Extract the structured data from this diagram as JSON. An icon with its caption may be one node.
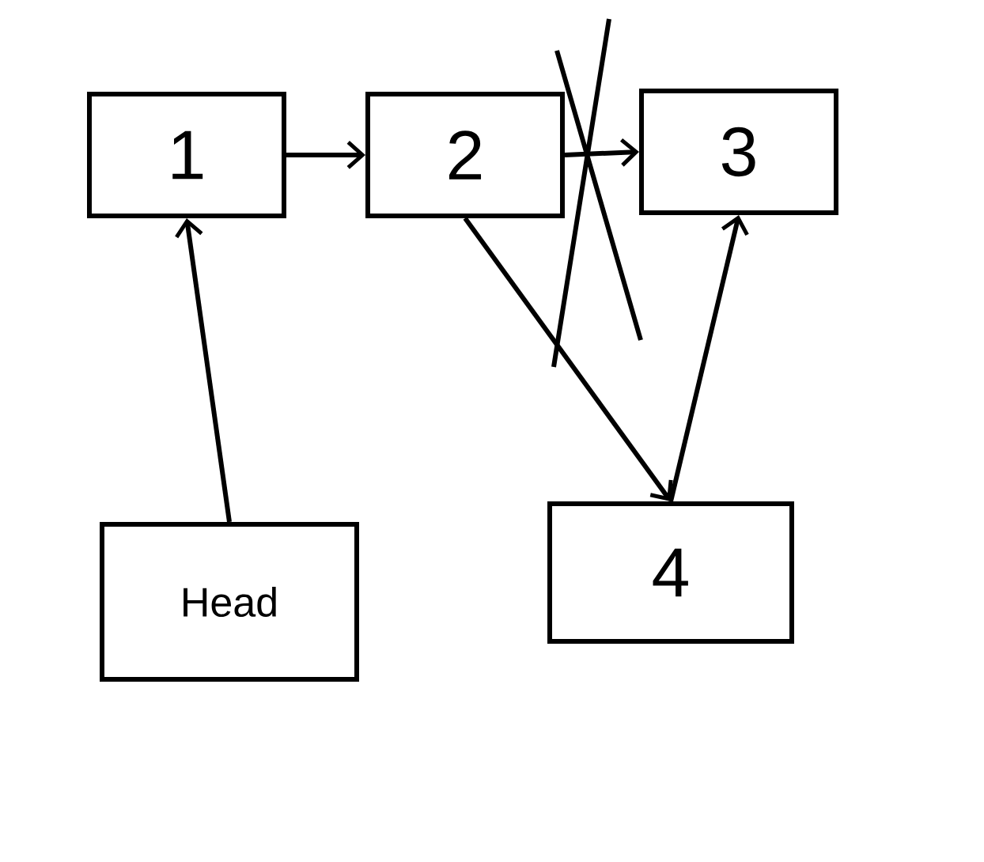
{
  "diagram": {
    "nodes": [
      {
        "text": [
          "1"
        ]
      },
      {
        "text": [
          "2"
        ]
      },
      {
        "text": [
          "3"
        ]
      },
      {
        "text": [
          "Head"
        ]
      },
      {
        "text": [
          "4"
        ]
      }
    ],
    "edges": [
      {
        "from": 0,
        "to": 1,
        "arrow": "to"
      },
      {
        "from": 1,
        "to": 2,
        "arrow": "to"
      },
      {
        "from": 3,
        "to": 0,
        "arrow": "to"
      },
      {
        "from": 1,
        "to": 4,
        "arrow": "to"
      },
      {
        "from": 4,
        "to": 2,
        "arrow": "to"
      }
    ]
  }
}
